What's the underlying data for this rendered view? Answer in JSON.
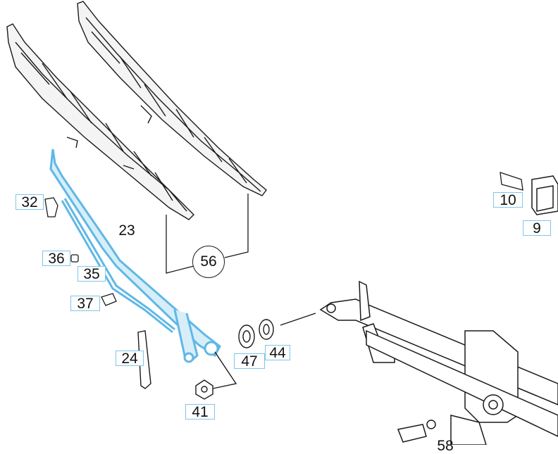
{
  "callouts": {
    "p32": "32",
    "p23": "23",
    "p36": "36",
    "p35": "35",
    "p37": "37",
    "p24": "24",
    "p47": "47",
    "p44": "44",
    "p41": "41",
    "p10": "10",
    "p9": "9",
    "p56": "56",
    "p58": "58"
  },
  "colors": {
    "highlight": "#5fb8e6",
    "linework": "#1a1a1a",
    "label_border": "#7fc6e8"
  },
  "highlighted_parts": [
    "23",
    "35"
  ]
}
